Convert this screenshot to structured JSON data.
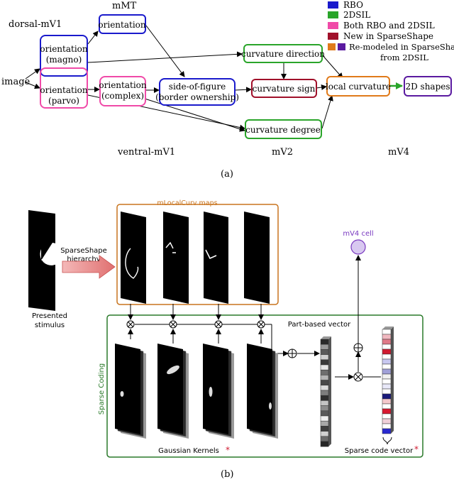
{
  "panel_a": {
    "labels": {
      "dorsal": "dorsal-mV1",
      "mmt": "mMT",
      "image": "image",
      "ventral": "ventral-mV1",
      "mv2": "mV2",
      "mv4": "mV4",
      "caption": "(a)"
    },
    "nodes": {
      "orientation_mmt": "orientation",
      "magno_1": "orientation",
      "magno_2": "(magno)",
      "parvo_1": "orientation",
      "parvo_2": "(parvo)",
      "complex_1": "orientation",
      "complex_2": "(complex)",
      "sof_1": "side-of-figure",
      "sof_2": "(border ownership)",
      "curv_dir": "curvature direction",
      "curv_sign": "curvature sign",
      "curv_deg": "curvature degree",
      "local_curv": "local curvature",
      "shapes_2d": "2D shapes"
    },
    "legend": [
      {
        "label": "RBO",
        "color": "#1a1acc"
      },
      {
        "label": "2DSIL",
        "color": "#2aa52a"
      },
      {
        "label": "Both RBO and 2DSIL",
        "color": "#f04aa8"
      },
      {
        "label": "New in SparseShape",
        "color": "#a0102a"
      },
      {
        "label": "Re-modeled in SparseShape",
        "color": "#e07a1a",
        "color2": "#5a1aa0"
      },
      {
        "label": "from 2DSIL"
      }
    ]
  },
  "panel_b": {
    "labels": {
      "maps_title": "mLocalCurv maps",
      "mv4_cell": "mV4 cell",
      "hierarchy_1": "SparseShape",
      "hierarchy_2": "hierarchy",
      "presented_1": "Presented",
      "presented_2": "stimulus",
      "part_vector": "Part-based vector",
      "sparse_coding": "Sparse Coding",
      "gaussian": "Gaussian Kernels",
      "sparse_code": "Sparse code vector",
      "star": "*",
      "caption": "(b)"
    },
    "part_vector_cells": [
      "#2a2a2a",
      "#9a9a9a",
      "#5a5a5a",
      "#cfcfcf",
      "#3a3a3a",
      "#e6e6e6",
      "#6e6e6e",
      "#b5b5b5",
      "#4a4a4a",
      "#dcdcdc",
      "#7e7e7e",
      "#2f2f2f",
      "#c4c4c4",
      "#8c8c8c",
      "#595959",
      "#eeeeee",
      "#a8a8a8",
      "#3f3f3f",
      "#d0d0d0",
      "#6a6a6a",
      "#262626"
    ],
    "sparse_code_cells": [
      "#ffffff",
      "#f0b8c0",
      "#e07a88",
      "#ffffff",
      "#d01a30",
      "#ffffff",
      "#c8c8f0",
      "#ffffff",
      "#a0a0d8",
      "#f0f0f0",
      "#ffffff",
      "#e8e8f8",
      "#ffffff",
      "#1a1a7a",
      "#f4c8cc",
      "#ffffff",
      "#d81830",
      "#ffffff",
      "#f0d0d8",
      "#ffffff",
      "#2a2ad0"
    ]
  },
  "colors": {
    "rbo": "#1a1acc",
    "dsil": "#2aa52a",
    "both": "#f04aa8",
    "new": "#a0102a",
    "orange": "#e07a1a",
    "purple": "#5a1aa0",
    "frame_orange": "#c8741e",
    "frame_green": "#2a7a2a",
    "mv4_fill": "#d8c8f0",
    "mv4_stroke": "#7a3ac0"
  }
}
